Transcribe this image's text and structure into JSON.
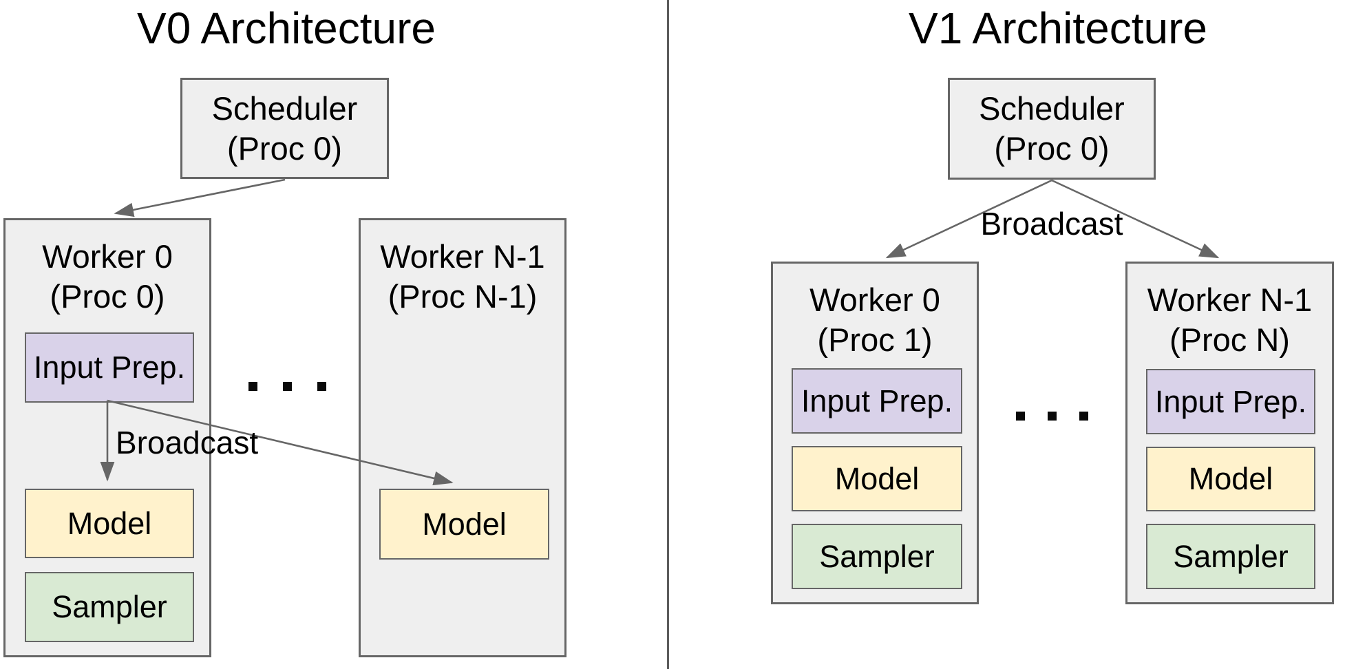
{
  "colors": {
    "container_fill": "#efefef",
    "container_border": "#666666",
    "input_prep_fill": "#d9d2e9",
    "model_fill": "#fff2cc",
    "sampler_fill": "#d9ead3",
    "arrow_color": "#666666",
    "divider_color": "#5c5c5c",
    "text_color": "#000000",
    "background": "#ffffff"
  },
  "v0": {
    "title": "V0 Architecture",
    "scheduler": {
      "name": "Scheduler",
      "proc": "(Proc 0)"
    },
    "broadcast_label": "Broadcast",
    "ellipsis": ". . .",
    "worker0": {
      "name": "Worker 0",
      "proc": "(Proc 0)",
      "input_prep": "Input Prep.",
      "model": "Model",
      "sampler": "Sampler"
    },
    "workerN": {
      "name": "Worker N-1",
      "proc": "(Proc N-1)",
      "model": "Model"
    }
  },
  "v1": {
    "title": "V1 Architecture",
    "scheduler": {
      "name": "Scheduler",
      "proc": "(Proc 0)"
    },
    "broadcast_label": "Broadcast",
    "ellipsis": ". . .",
    "worker0": {
      "name": "Worker 0",
      "proc": "(Proc 1)",
      "input_prep": "Input Prep.",
      "model": "Model",
      "sampler": "Sampler"
    },
    "workerN": {
      "name": "Worker N-1",
      "proc": "(Proc N)",
      "input_prep": "Input Prep.",
      "model": "Model",
      "sampler": "Sampler"
    }
  }
}
